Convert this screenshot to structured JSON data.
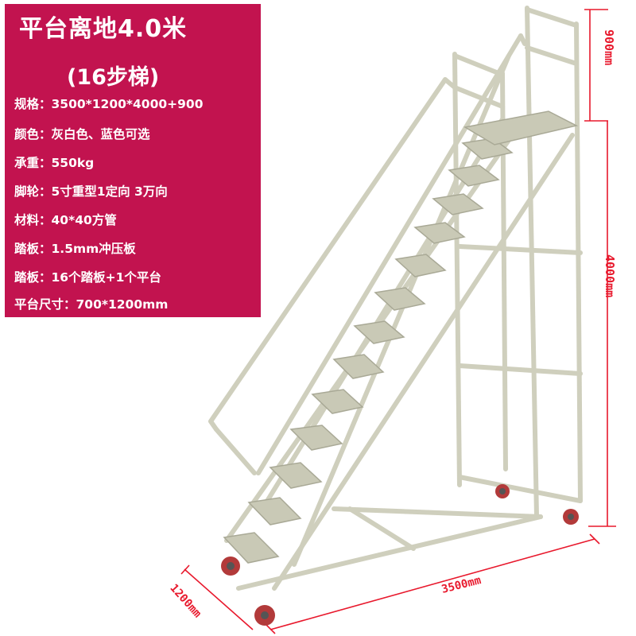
{
  "title": "平台离地4.0米",
  "subtitle": "(16步梯)",
  "specs": [
    {
      "label": "规格：",
      "value": "3500*1200*4000+900"
    },
    {
      "label": "颜色：",
      "value": "灰白色、蓝色可选"
    },
    {
      "label": "承重：",
      "value": "550kg"
    },
    {
      "label": "脚轮：",
      "value": "5寸重型1定向 3万向"
    },
    {
      "label": "材料：",
      "value": "40*40方管"
    },
    {
      "label": "踏板：",
      "value": "1.5mm冲压板"
    },
    {
      "label": "踏板：",
      "value": "16个踏板+1个平台"
    },
    {
      "label": "平台尺寸：",
      "value": "700*1200mm"
    }
  ],
  "dimensions": {
    "top": "900mm",
    "height": "4000mm",
    "length": "3500mm",
    "width": "1200mm"
  },
  "colors": {
    "panel": "#c2134f",
    "dimension": "#e8182c",
    "frame": "#d9d9c7"
  }
}
